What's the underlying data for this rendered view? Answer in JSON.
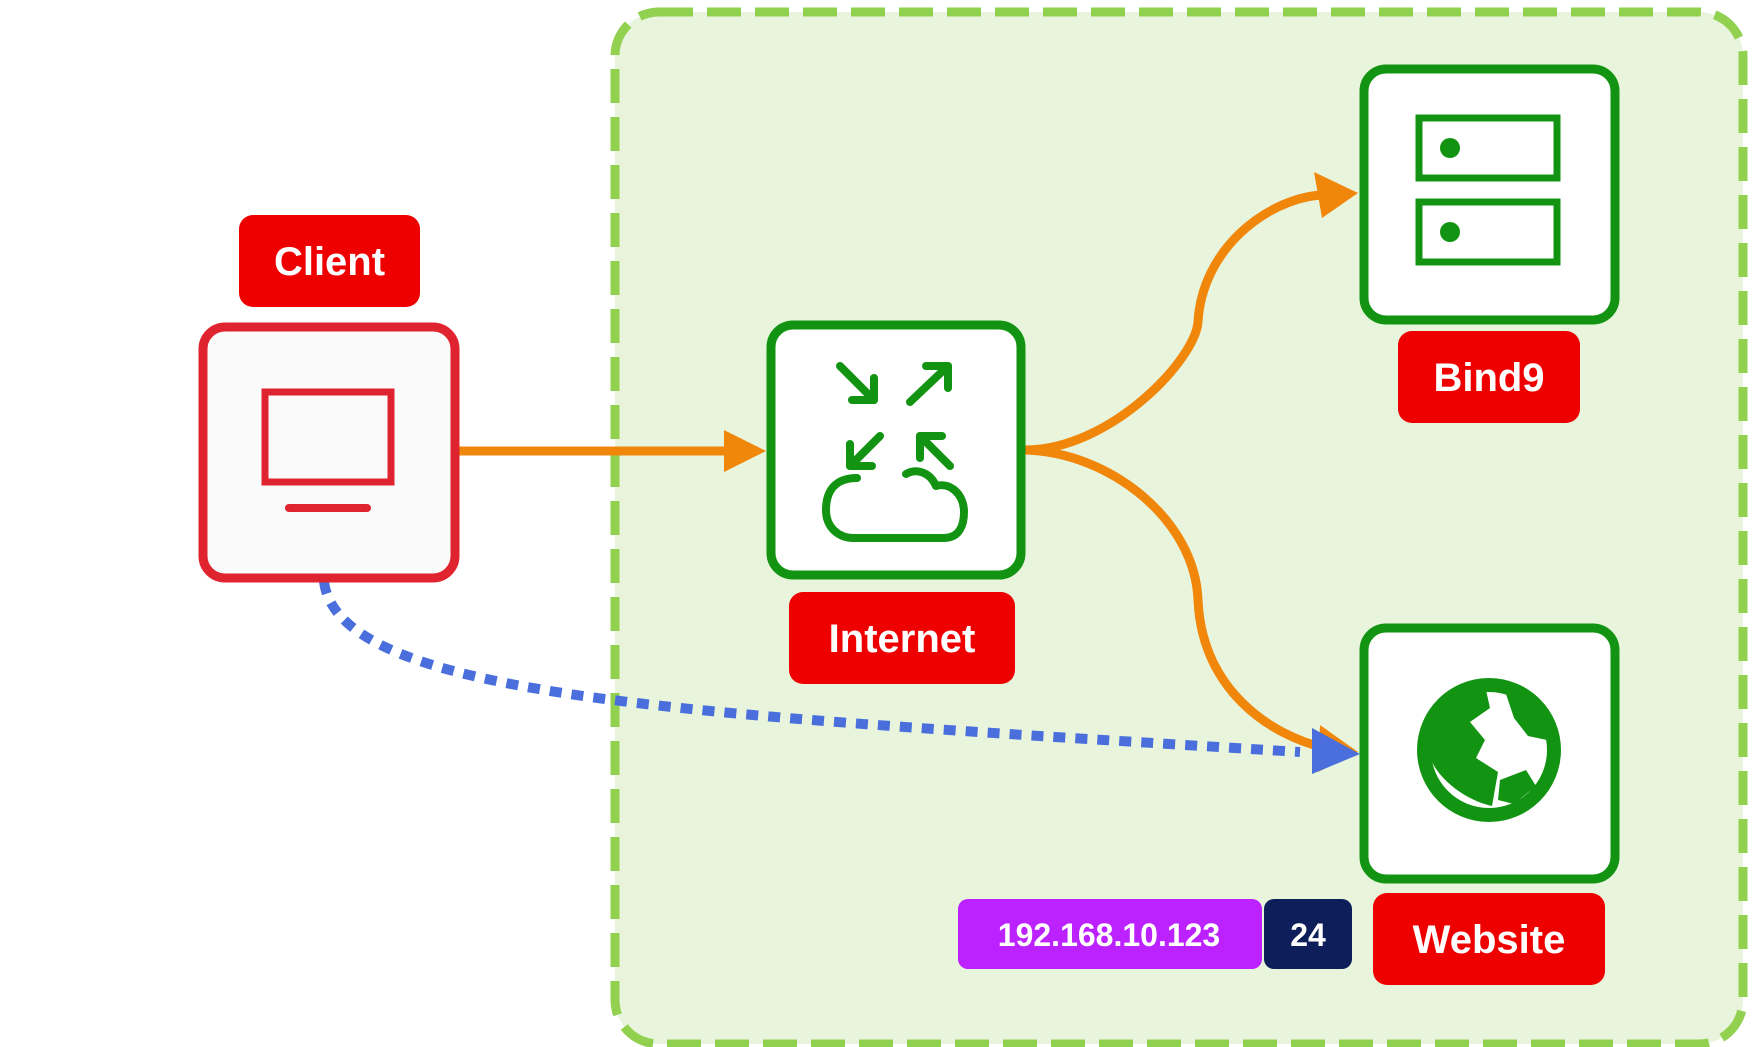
{
  "nodes": {
    "client": {
      "label": "Client"
    },
    "internet": {
      "label": "Internet"
    },
    "bind9": {
      "label": "Bind9"
    },
    "website": {
      "label": "Website"
    }
  },
  "website_address": {
    "ip": "192.168.10.123",
    "prefix": "24"
  },
  "colors": {
    "zone_fill": "#e8f5dc",
    "zone_border": "#92d050",
    "client_border": "#e0242f",
    "node_border": "#129412",
    "label_bg": "#ee0000",
    "ip_badge_bg": "#bb22ff",
    "prefix_badge_bg": "#0e1e5a",
    "request_arrow": "#f0870b",
    "direct_arrow": "#4a6fdc"
  },
  "icons": {
    "client": "monitor-icon",
    "internet": "cloud-routing-icon",
    "bind9": "server-icon",
    "website": "globe-icon"
  }
}
